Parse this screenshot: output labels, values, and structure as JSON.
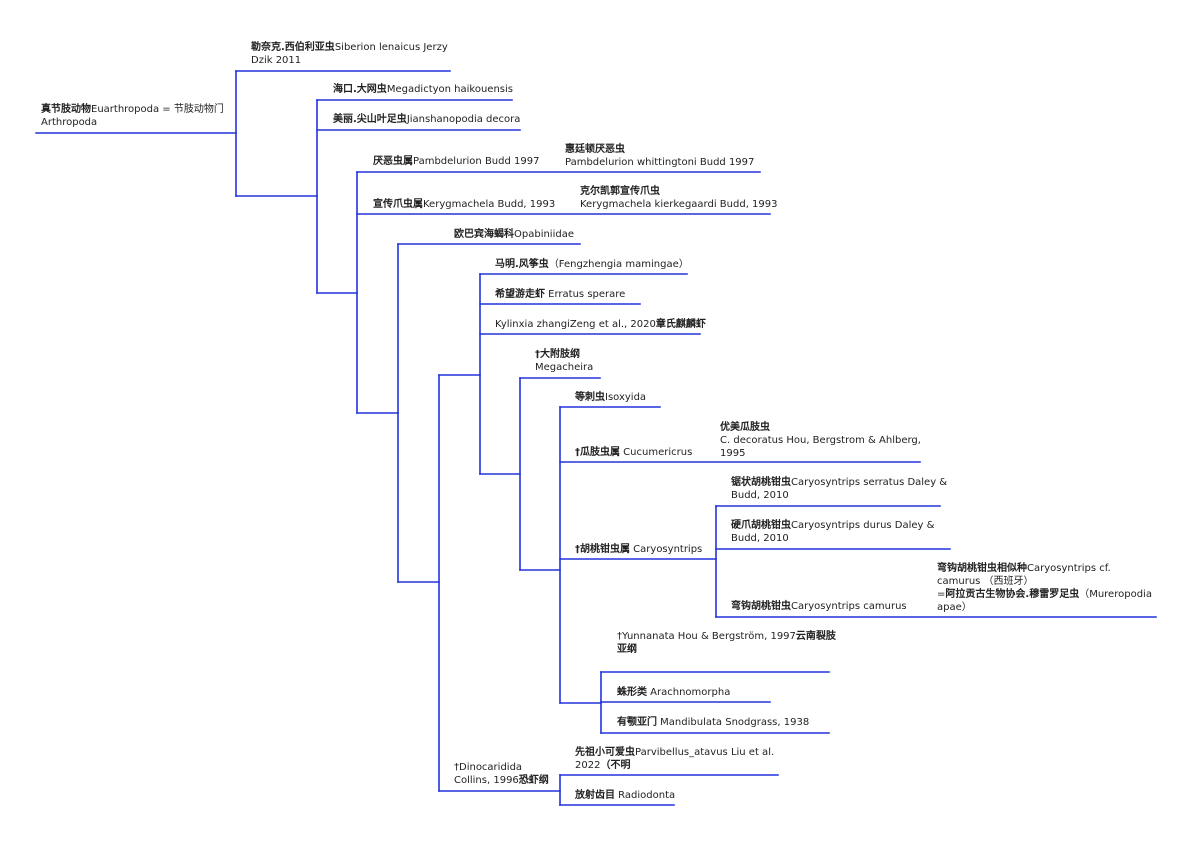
{
  "line_color": "#2233dd",
  "labels": {
    "root": {
      "line1_bold": "真节肢动物",
      "line1_rest": "Euarthropoda = 节肢动物门",
      "line2": "Arthropoda"
    },
    "siberion": {
      "line1_bold": "勒奈克.西伯利亚虫",
      "line1_rest": "Siberion lenaicus Jerzy",
      "line2": "Dzik 2011"
    },
    "megadictyon": {
      "bold": "海口.大网虫",
      "rest": "Megadictyon haikouensis"
    },
    "jianshanopodia": {
      "bold": "美丽.尖山叶足虫",
      "rest": "Jianshanopodia decora"
    },
    "pambdelurion_genus": {
      "bold": "厌恶虫属",
      "rest": "Pambdelurion Budd 1997"
    },
    "pambdelurion_sp": {
      "line1": "惠廷顿厌恶虫",
      "line2": "Pambdelurion whittingtoni Budd 1997"
    },
    "kerygmachela_genus": {
      "bold": "宣传爪虫属",
      "rest": "Kerygmachela  Budd, 1993"
    },
    "kerygmachela_sp": {
      "line1": "克尔凯郭宣传爪虫",
      "line2": "Kerygmachela kierkegaardi Budd, 1993"
    },
    "opabiniidae": {
      "bold": "欧巴宾海蝎科",
      "rest": "Opabiniidae"
    },
    "fengzhengia": {
      "bold": "马明.风筝虫",
      "rest": "（Fengzhengia mamingae）"
    },
    "erratus": {
      "bold": "希望游走虾",
      "rest": " Erratus sperare"
    },
    "kylinxia": {
      "rest": "Kylinxia zhangiZeng et al., 2020",
      "bold": "章氏麒麟虾"
    },
    "megacheira": {
      "line1": "†大附肢纲",
      "line2": "Megacheira"
    },
    "isoxyida": {
      "bold": "等刺虫",
      "rest": "Isoxyida"
    },
    "cucumericrus": {
      "bold": "†瓜肢虫属",
      "rest": " Cucumericrus"
    },
    "cucumericrus_sp": {
      "line1": "优美瓜肢虫",
      "line2": "C. decoratus  Hou, Bergstrom & Ahlberg,",
      "line3": "1995"
    },
    "caryosyntrips": {
      "bold": "†胡桃钳虫属",
      "rest": " Caryosyntrips"
    },
    "serratus": {
      "line1_bold": "锯状胡桃钳虫",
      "line1_rest": "Caryosyntrips serratus  Daley &",
      "line2": "Budd, 2010"
    },
    "durus": {
      "line1_bold": "硬爪胡桃钳虫",
      "line1_rest": "Caryosyntrips durus Daley &",
      "line2": "Budd, 2010"
    },
    "camurus": {
      "bold": "弯钩胡桃钳虫",
      "rest": "Caryosyntrips  camurus"
    },
    "camurus_cf": {
      "line1_bold": "弯钩胡桃钳虫相似种",
      "line1_rest": "Caryosyntrips cf.",
      "line2": "camurus  （西班牙）",
      "line3_a": "=",
      "line3_bold": "阿拉贡古生物协会.穆雷罗足虫",
      "line3_rest": "（Mureropodia",
      "line4": "apae）"
    },
    "yunnanata": {
      "line1_rest": "†Yunnanata Hou & Bergström, 1997",
      "line1_bold": "云南裂肢",
      "line2_bold": "亚纲"
    },
    "arachnomorpha": {
      "bold": "蛛形类",
      "rest": " Arachnomorpha"
    },
    "mandibulata": {
      "bold": "有颚亚门",
      "rest": " Mandibulata  Snodgrass, 1938"
    },
    "dinocaridida": {
      "line1": "†Dinocaridida",
      "line2_rest": "Collins, 1996",
      "line2_bold": "恐虾纲"
    },
    "parvibellus": {
      "line1_bold": "先祖小可爱虫",
      "line1_rest": "Parvibellus_atavus  Liu et al.",
      "line2_rest": "2022",
      "line2_bold": "（不明"
    },
    "radiodonta": {
      "bold": "放射齿目",
      "rest": " Radiodonta"
    }
  }
}
